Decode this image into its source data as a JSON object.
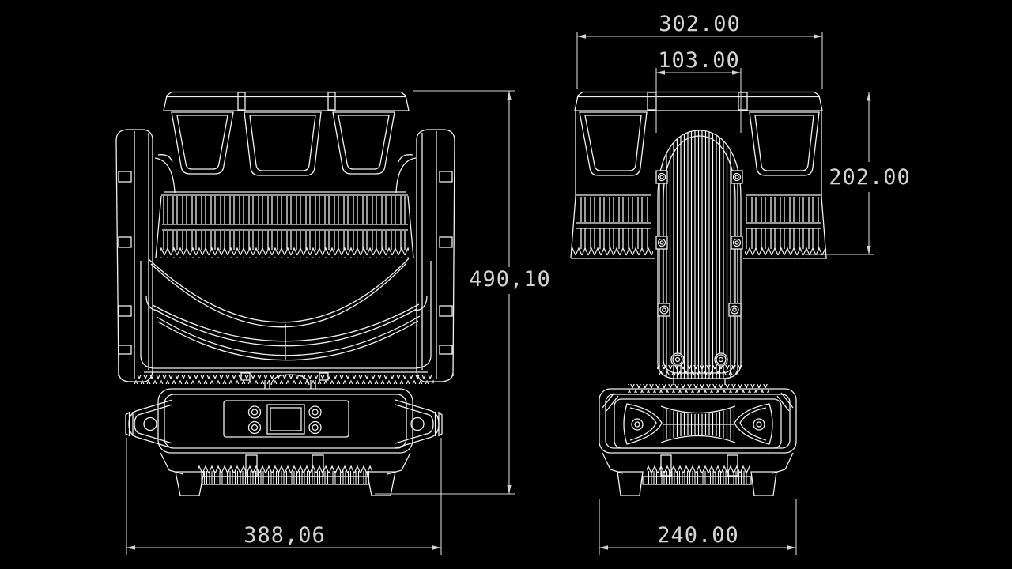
{
  "colors": {
    "background": "#000000",
    "line": "#f0f0f0",
    "dimension": "#d4d4d4"
  },
  "drawing": {
    "subject": "moving-head stage light fixture, orthographic dimension drawing",
    "views": {
      "left": "front view",
      "right": "side view"
    },
    "dimensions": {
      "head_width": "302.00",
      "yoke_width": "103.00",
      "head_height": "202.00",
      "total_height": "490,10",
      "base_front_width": "388,06",
      "base_side_width": "240.00"
    }
  }
}
